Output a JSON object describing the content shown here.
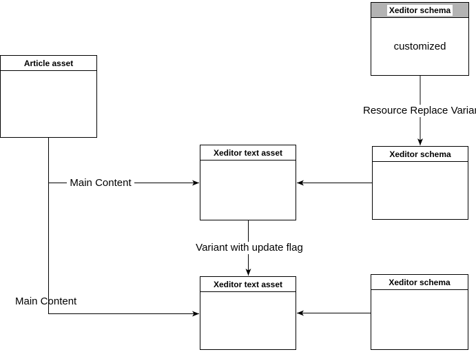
{
  "diagram": {
    "nodes": [
      {
        "id": "schema-customized",
        "title": "Xeditor schema",
        "body": "customized"
      },
      {
        "id": "article-asset",
        "title": "Article asset",
        "body": ""
      },
      {
        "id": "text-asset-mid",
        "title": "Xeditor text asset",
        "body": ""
      },
      {
        "id": "schema-mid",
        "title": "Xeditor schema",
        "body": ""
      },
      {
        "id": "text-asset-bottom",
        "title": "Xeditor text asset",
        "body": ""
      },
      {
        "id": "schema-bottom",
        "title": "Xeditor schema",
        "body": ""
      }
    ],
    "edge_labels": {
      "resource_replace_variant": "Resource Replace Variant",
      "main_content_top": "Main Content",
      "variant_with_update_flag": "Variant with update flag",
      "main_content_bottom": "Main Content"
    },
    "colors": {
      "node_border": "#000000",
      "connector": "#000000",
      "selected_header_bg": "#b3b3b3",
      "selected_title_bg": "#ffffff",
      "canvas_bg": "#ffffff"
    }
  }
}
